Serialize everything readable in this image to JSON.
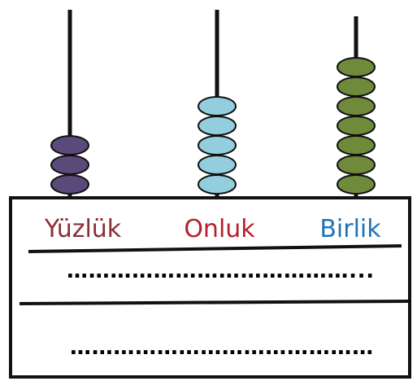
{
  "abacus": {
    "colors": {
      "rod": "#111111",
      "frame": "#111111",
      "background": "#ffffff"
    },
    "columns": [
      {
        "key": "hundreds",
        "label": "Yüzlük",
        "label_color": "#8a2f35",
        "bead_color": "#5a4a7a",
        "bead_count": 3
      },
      {
        "key": "tens",
        "label": "Onluk",
        "label_color": "#b51f2a",
        "bead_color": "#93cede",
        "bead_count": 5
      },
      {
        "key": "ones",
        "label": "Birlik",
        "label_color": "#1f73b8",
        "bead_color": "#6e8a3a",
        "bead_count": 7
      }
    ],
    "answer_lines": [
      {
        "dots": "…………………………………..."
      },
      {
        "dots": "……………………………………"
      }
    ]
  }
}
